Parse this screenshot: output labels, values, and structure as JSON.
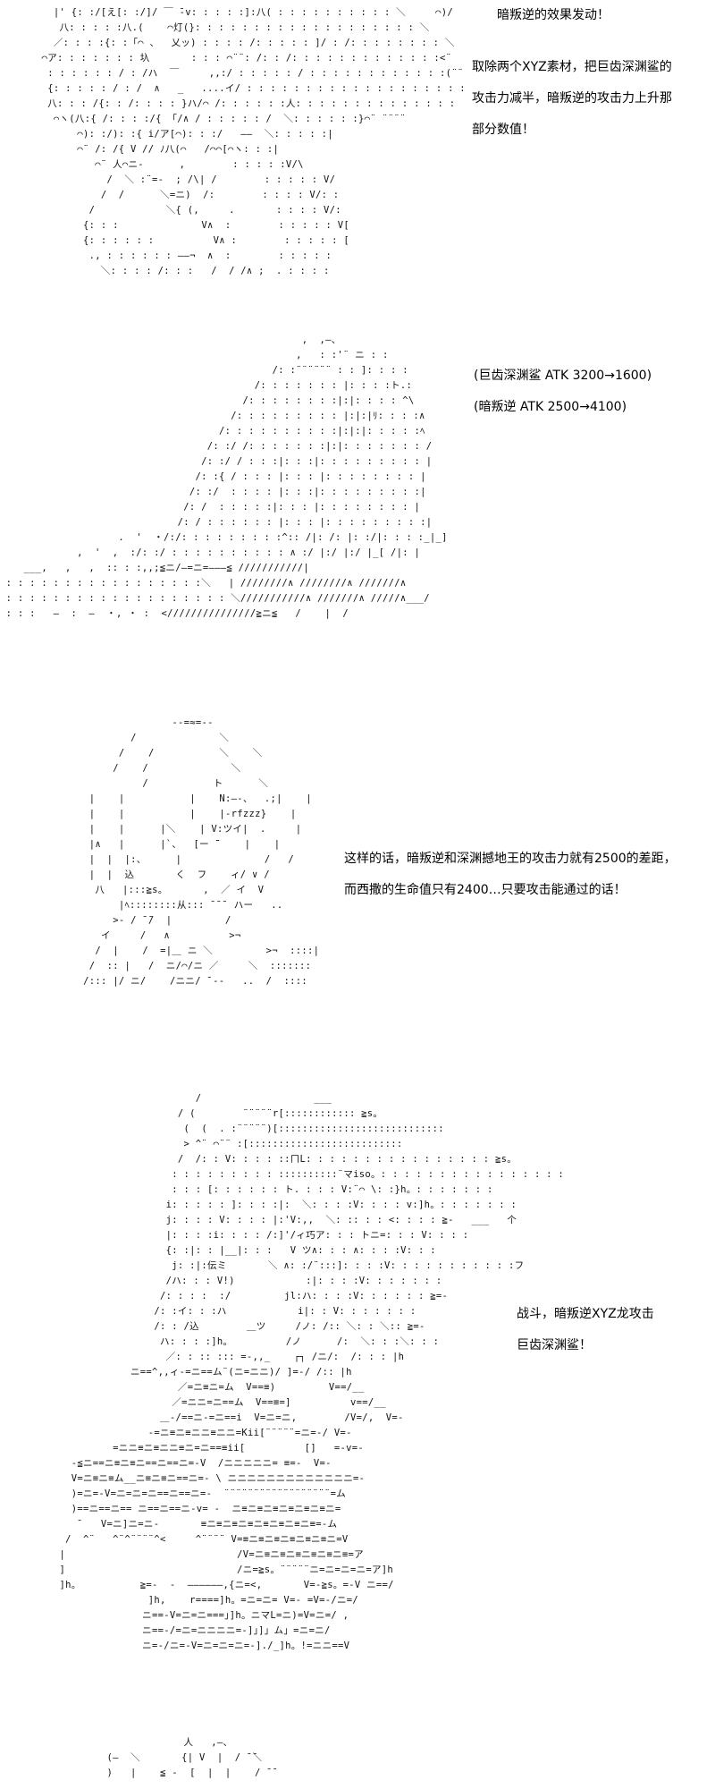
{
  "panels": [
    {
      "captions": [
        "暗叛逆的效果发动！"
      ],
      "captions2": [
        "取除两个XYZ素材，把巨齿深渊鲨的",
        "攻击力减半，暗叛逆的攻击力上升那",
        "部分数值！"
      ],
      "art": [
        "   |' {: :/[え[: :/]/ ￣ ̄-v: : : : :]:八( : : : : : : : : : : ＼     ⌒)/",
        "    八: : : : :八.(    ⌒灯(}: : : : : : : : : : : : : : : : : : : ＼",
        "   ／: : : :{: :「⌒ 、  乂ッ) : : : : /: : : : : ]/ : /: : : : : : : : ＼",
        " ⌒ア: : : : : : : 圦       : : : ⌒¨¨: /: : /: : : : : : : : : : : : :<¨",
        "  : : : : : : / : /ハ  ￣     ,,:/ : : : : : / : : : : : : : : : : : :(¨¨",
        "  {: : : : : / : /  ∧   _   ....イ/ : : : : : : : : : : : : : : : : : : :",
        "  八: : : /{: : /: : : : }ハ/⌒ /: : : : : :人: : : : : : : : : : : : : :",
        "   ⌒ヽ(八:{ /: : : :/{ 「/∧ / : : : : : /  ＼: : : : : :}⌒¨ ¨¨¨¨",
        "       ⌒): :/): :{ i/ア[⌒): : :/   ――  ＼: : : : :|",
        "       ⌒¨ /: /{ V // ﾉ八(⌒   /⌒⌒[⌒ヽ: : :|",
        "          ⌒¨ 人⌒ニ-      ,        : : : : :V/\\",
        "            /  ＼ :¨=-  ; /\\| /        : : : : : V/",
        "           /  /      ＼=ニ)  /:        : : : : V/: :",
        "         /            ＼{ (,     .       : : : : V/:",
        "        {: : :              V∧  :        : : : : : V[",
        "        {: : : : : :          V∧ :        : : : : : [",
        "         ., : : : : : : ――¬  ∧  :        : : : : :",
        "           ＼: : : : /: : :   /  / /∧ ;  . : : : :"
      ]
    },
    {
      "captions": [
        "(巨齿深渊鲨 ATK 3200→1600)",
        "(暗叛逆 ATK 2500→4100)"
      ],
      "art": [
        "                                                   ,  ,―、",
        "                                                  ,   : :'¨ ニ : :",
        "                                              /: :¨¨¨¨¨¨ : : ]: : : :",
        "                                           /: : : : : : : |: : : :ト.:",
        "                                         /: : : : : : : :|:|: : : : ^\\",
        "                                       /: : : : : : : : : |:|:|ﾘ: : : :∧",
        "                                     /: : : : : : : : : :|:|:|: : : : :ﾍ",
        "                                   /: :/ /: : : : : : :|:|: : : : : : : /",
        "                                  /: :/ / : : :|: : :|: : : : : : : : : |",
        "                                 /: :{ / : : : |: : : |: : : : : : : : |",
        "                                /: :/  : : : : |: : :|: : : : : : : : :|",
        "                               /: /  : : : : :|: : : |: : : : : : : : |",
        "                              /: / : : : : : : |: : : |: : : : : : : : :|",
        "                    .  '  ・/:/: : : : : : : : :^:: /|: /: |: :/|: : : :_|_]",
        "             ,  '  ,  :/: :/ : : : : : : : : : : ∧ :/ |:/ |:/ |_[ /|: |",
        "    ___,   ,   ,  :: : :,,;≦ニ/―=ニ=―――≦ ///////////|",
        " : : : : : : : : : : : : : : : : :＼   | ////////∧ ////////∧ ///////∧",
        " : : : : : : : : : : : : : : : : : : : ＼///////////∧ ///////∧ /////∧___/",
        " : : :   ―  :  ―  ・, ・ :  <///////////////≧ニ≦   /    |  /"
      ]
    },
    {
      "captions": [
        "这样的话，暗叛逆和深渊撼地王的攻击力就有2500的差距，",
        "而西撒的生命值只有2400…只要攻击能通过的话！"
      ],
      "art": [
        "                    --=≈=--",
        "             /              ＼",
        "           /    /           ＼    ＼",
        "          /    /              ＼",
        "               /           ト      ＼",
        "      |    |           |    N:―-、  .;|    |",
        "      |    |           |    |-rfzzz}    |",
        "      |    |      |＼    | V:ツイ|  .     |",
        "      |∧   |      |`、  [ー ̄¨    |    |",
        "      |  |  |:、     |              /   /",
        "      |  |  込       く  フ    ィ/ ∨ /",
        "       八   |:::≧s。      ,  ／ イ  V",
        "           |ﾍ::::::::从::: ̄ ̄ ̄  ハー   ..",
        "          >- / ̄ ̄/  |         /",
        "        イ     /   ∧          >¬",
        "       /  |    /  =|＿ ニ ＼         >¬  ::::|",
        "      /  :: |   /  ニ/⌒/ニ ／     ＼  :::::::",
        "     /::: |/ ニ/    /ニニ/ ̄ --   ..  /  ::::"
      ]
    },
    {
      "captions": [
        "战斗，暗叛逆XYZ龙攻击",
        "巨齿深渊鲨！"
      ],
      "art": [
        "                           /                   ___",
        "                        / (        ¨¨¨¨¨r[:::::::::::: ≧s。",
        "                         (  (  . :¨¨¨¨¨)[::::::::::::::::::::::::::::",
        "                         > ^¨ ⌒¨¨ :[::::::::::::::::::::::::::",
        "                        /  /: : V: : : : ::ㄇL: : : : : : : : : : : : : : : : ≧s。",
        "                       : : : : : : : : : ::::::::::¨マiso。: : : : : : : : : : : : : : : :",
        "                       : : : [: : : : : : ト. : : : V:¨⌒ \\: :}h。: : : : : : :",
        "                      i: : : : : ]: : : :|:  ＼: : : :V: : : : v:]h。: : : : : : :",
        "                      j: : : : V: : : : |:'V:,,  ＼: :: : : <: : : : ≧-   ___   个",
        "                      |: : : :i: : : : /:]'/ィ巧ア: : : トニ=: : : V: : : :",
        "                      {: :|: : |__|: : :   V ツ∧: : : ∧: : : :V: : :",
        "                       j: :|:伝ミ       ＼ ∧: :/¨:::]: : : :V: : : : : : : : : : :フ",
        "                      /ハ: : : V!)            :|: : : :V: : : : : : :",
        "                     /: : : :  :/         jl:ハ: : : :V: : : : : : ≧=-",
        "                    /: :イ: : :ハ            i|: : V: : : : : : :",
        "                    /: : /込        ＿ツ     /ノ: /:: ＼: : ＼:: ≧=-",
        "                     ハ: : : :]h。         /ノ      /:  ＼: : :＼: : :",
        "                      ／: : :: ::: =-,,_    ┌┐ /ニ/:  /: : : |h",
        "                ニ==^,,ィ-=ニ==ム¨(ニ=ニニ)/ ]=-/ /:: |h",
        "                        ／=ニ≡ニ=ム  V==≡)         V==/__",
        "                       ／=ニニ=ニ==ム  V==≡=]          v==/__",
        "                     ＿-/==ニ-=ニ==i  V=ニ=ニ,        /V=/,  V=-",
        "                   -=ニ≡ニ≡ニニ≡ニニ=Kii[¨¨¨¨¨=ニ=-/ V=-",
        "             =ニニ≡ニ≡ニニ≡ニ=ニ==≡ii[          []   =-v=-",
        "      -≦ニ==ニ≡ニ≡ニ==ニ==ニ=-V  /ニニニニニ= ≡=-  V=-",
        "      V=ニ≡ニ≡ム__ニ≡ニ≡ニ==ニ=- \\ ニニニニニニニニニニニニニ=-",
        "      )=ニ=-V=ニ=ニ=ニ==ニ==ニ=-  ¨¨¨¨¨¨¨¨¨¨¨¨¨¨¨¨¨¨=ム",
        "      )==ニ==ニ== ニ==ニ==ニ-v= -  ニ≡ニ≡ニ≡ニ≡ニ≡ニ≡ニ=",
        "       ̄    V=ニ]ニ=ニ-       ≡ニ≡ニ≡ニ≡ニ≡ニ≡ニ≡ニ≡=-ム",
        "     /  ^¨   ^¨^¨¨¨¨^<     ^¨¨¨¨ V=≡ニ≡ニ≡ニ≡ニ≡ニ≡ニ=V",
        "    |                             /V=ニ≡ニ≡ニ≡ニ≡ニ≡ニ≡=ア",
        "    ]                             /ニ=≧s。¨¨¨¨¨ニ=ニ=ニ=ニ=ア]h",
        "    ]h。          ≧=-  -  ――――――,{ニ=<,       V=-≧s。=-V ニ==/",
        "                   ]h,    r====]h。=ニ=ニ= V=- =V=-/ニ=/",
        "                  ニ==-V=ニ=ニ===」]h。ニマL=ニ)=V=ニ=/ ,",
        "                  ニ==-/=ニ=ニニニニ=-]」]」ム」=ニ=ニ/",
        "                  ニ=-/ニ=-V=ニ=ニ=ニ=-]./_]h。!=ニニ==V"
      ]
    },
    {
      "captions": [],
      "art": [
        "                         人   ,―、",
        "            (―  ＼       {| V  |  / ̄ ̄＼",
        "            )   |    ≦ -  [  |  |    / ̄ ̄"
      ]
    }
  ]
}
